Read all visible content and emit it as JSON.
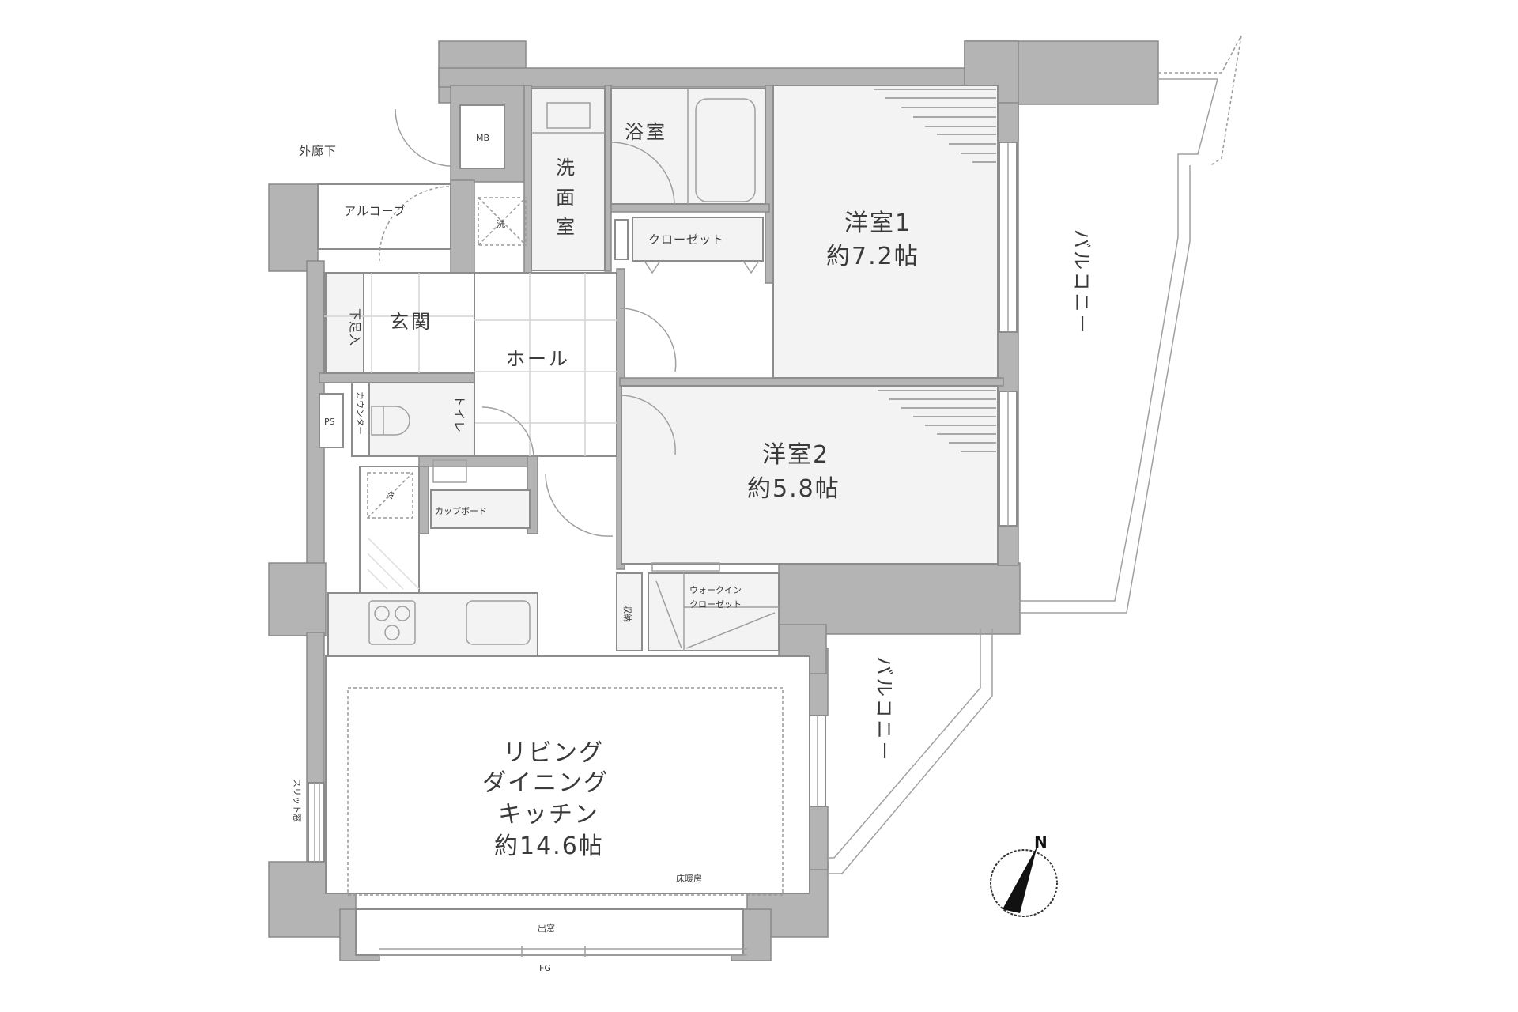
{
  "floor_plan": {
    "rooms": {
      "bedroom1": {
        "name": "洋室1",
        "size": "約7.2帖"
      },
      "bedroom2": {
        "name": "洋室2",
        "size": "約5.8帖"
      },
      "ldk": {
        "line1": "リビング",
        "line2": "ダイニング",
        "line3": "キッチン",
        "size": "約14.6帖"
      },
      "bathroom": {
        "name": "浴室"
      },
      "washroom": {
        "line1": "洗",
        "line2": "面",
        "line3": "室"
      },
      "entrance": {
        "name": "玄関"
      },
      "hall": {
        "name": "ホール"
      },
      "toilet": {
        "name": "トイレ"
      },
      "closet": {
        "name": "クローゼット"
      },
      "walkin_closet": {
        "line1": "ウォークイン",
        "line2": "クローゼット"
      },
      "storage": {
        "name": "収納"
      },
      "cupboard": {
        "name": "カップボード"
      },
      "shoe_box": {
        "name": "下足入"
      },
      "counter": {
        "name": "カウンター"
      },
      "alcove": {
        "name": "アルコーブ"
      },
      "outer_corridor": {
        "name": "外廊下"
      },
      "balcony_upper": {
        "name": "バルコニー"
      },
      "balcony_lower": {
        "name": "バルコニー"
      }
    },
    "fixtures": {
      "meter_box": "MB",
      "pipe_space": "PS",
      "refrigerator": "冷",
      "washer": "洗",
      "bay_window": "出窓",
      "fg_label": "FG",
      "skirting_label": "床暖房",
      "slit_window": "スリット窓"
    },
    "compass": {
      "label": "N"
    },
    "colors": {
      "wall": "#b4b4b4",
      "room": "#f3f3f3",
      "line": "#8c8c8c",
      "text": "#3a3a3a"
    }
  }
}
